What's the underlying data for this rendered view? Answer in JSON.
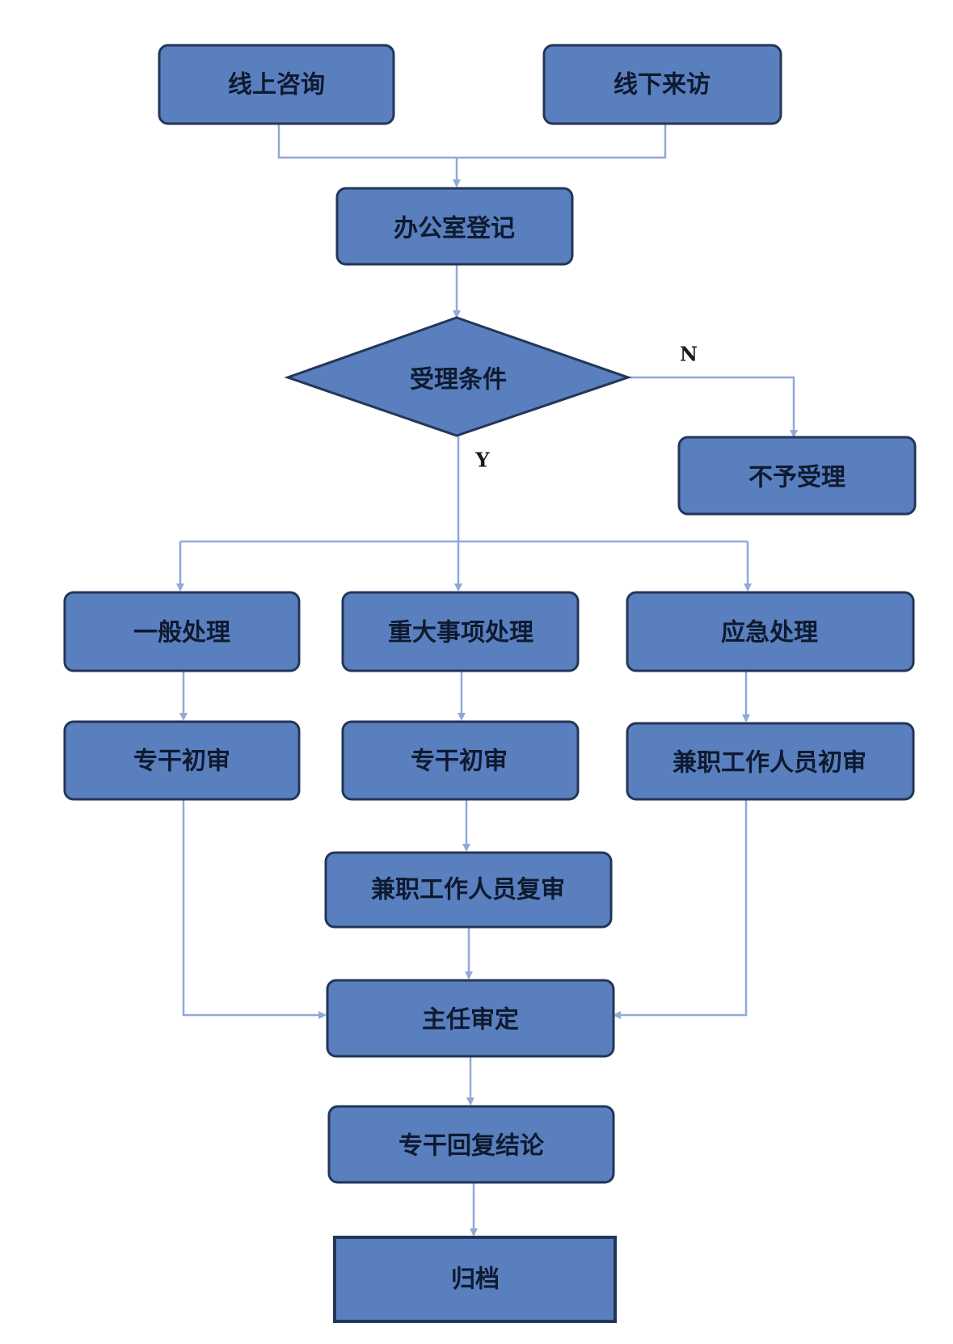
{
  "nodes": {
    "online_consult": "线上咨询",
    "offline_visit": "线下来访",
    "office_register": "办公室登记",
    "acceptance_condition": "受理条件",
    "not_accepted": "不予受理",
    "general_handling": "一般处理",
    "major_handling": "重大事项处理",
    "emergency_handling": "应急处理",
    "general_initial_review": "专干初审",
    "major_initial_review": "专干初审",
    "emergency_initial_review": "兼职工作人员初审",
    "part_time_re_review": "兼职工作人员复审",
    "director_approval": "主任审定",
    "reply_conclusion": "专干回复结论",
    "archive": "归档"
  },
  "edge_labels": {
    "no": "N",
    "yes": "Y"
  },
  "colors": {
    "node_fill": "#5a7fbe",
    "node_border": "#233658",
    "connector": "#90a9d6"
  }
}
